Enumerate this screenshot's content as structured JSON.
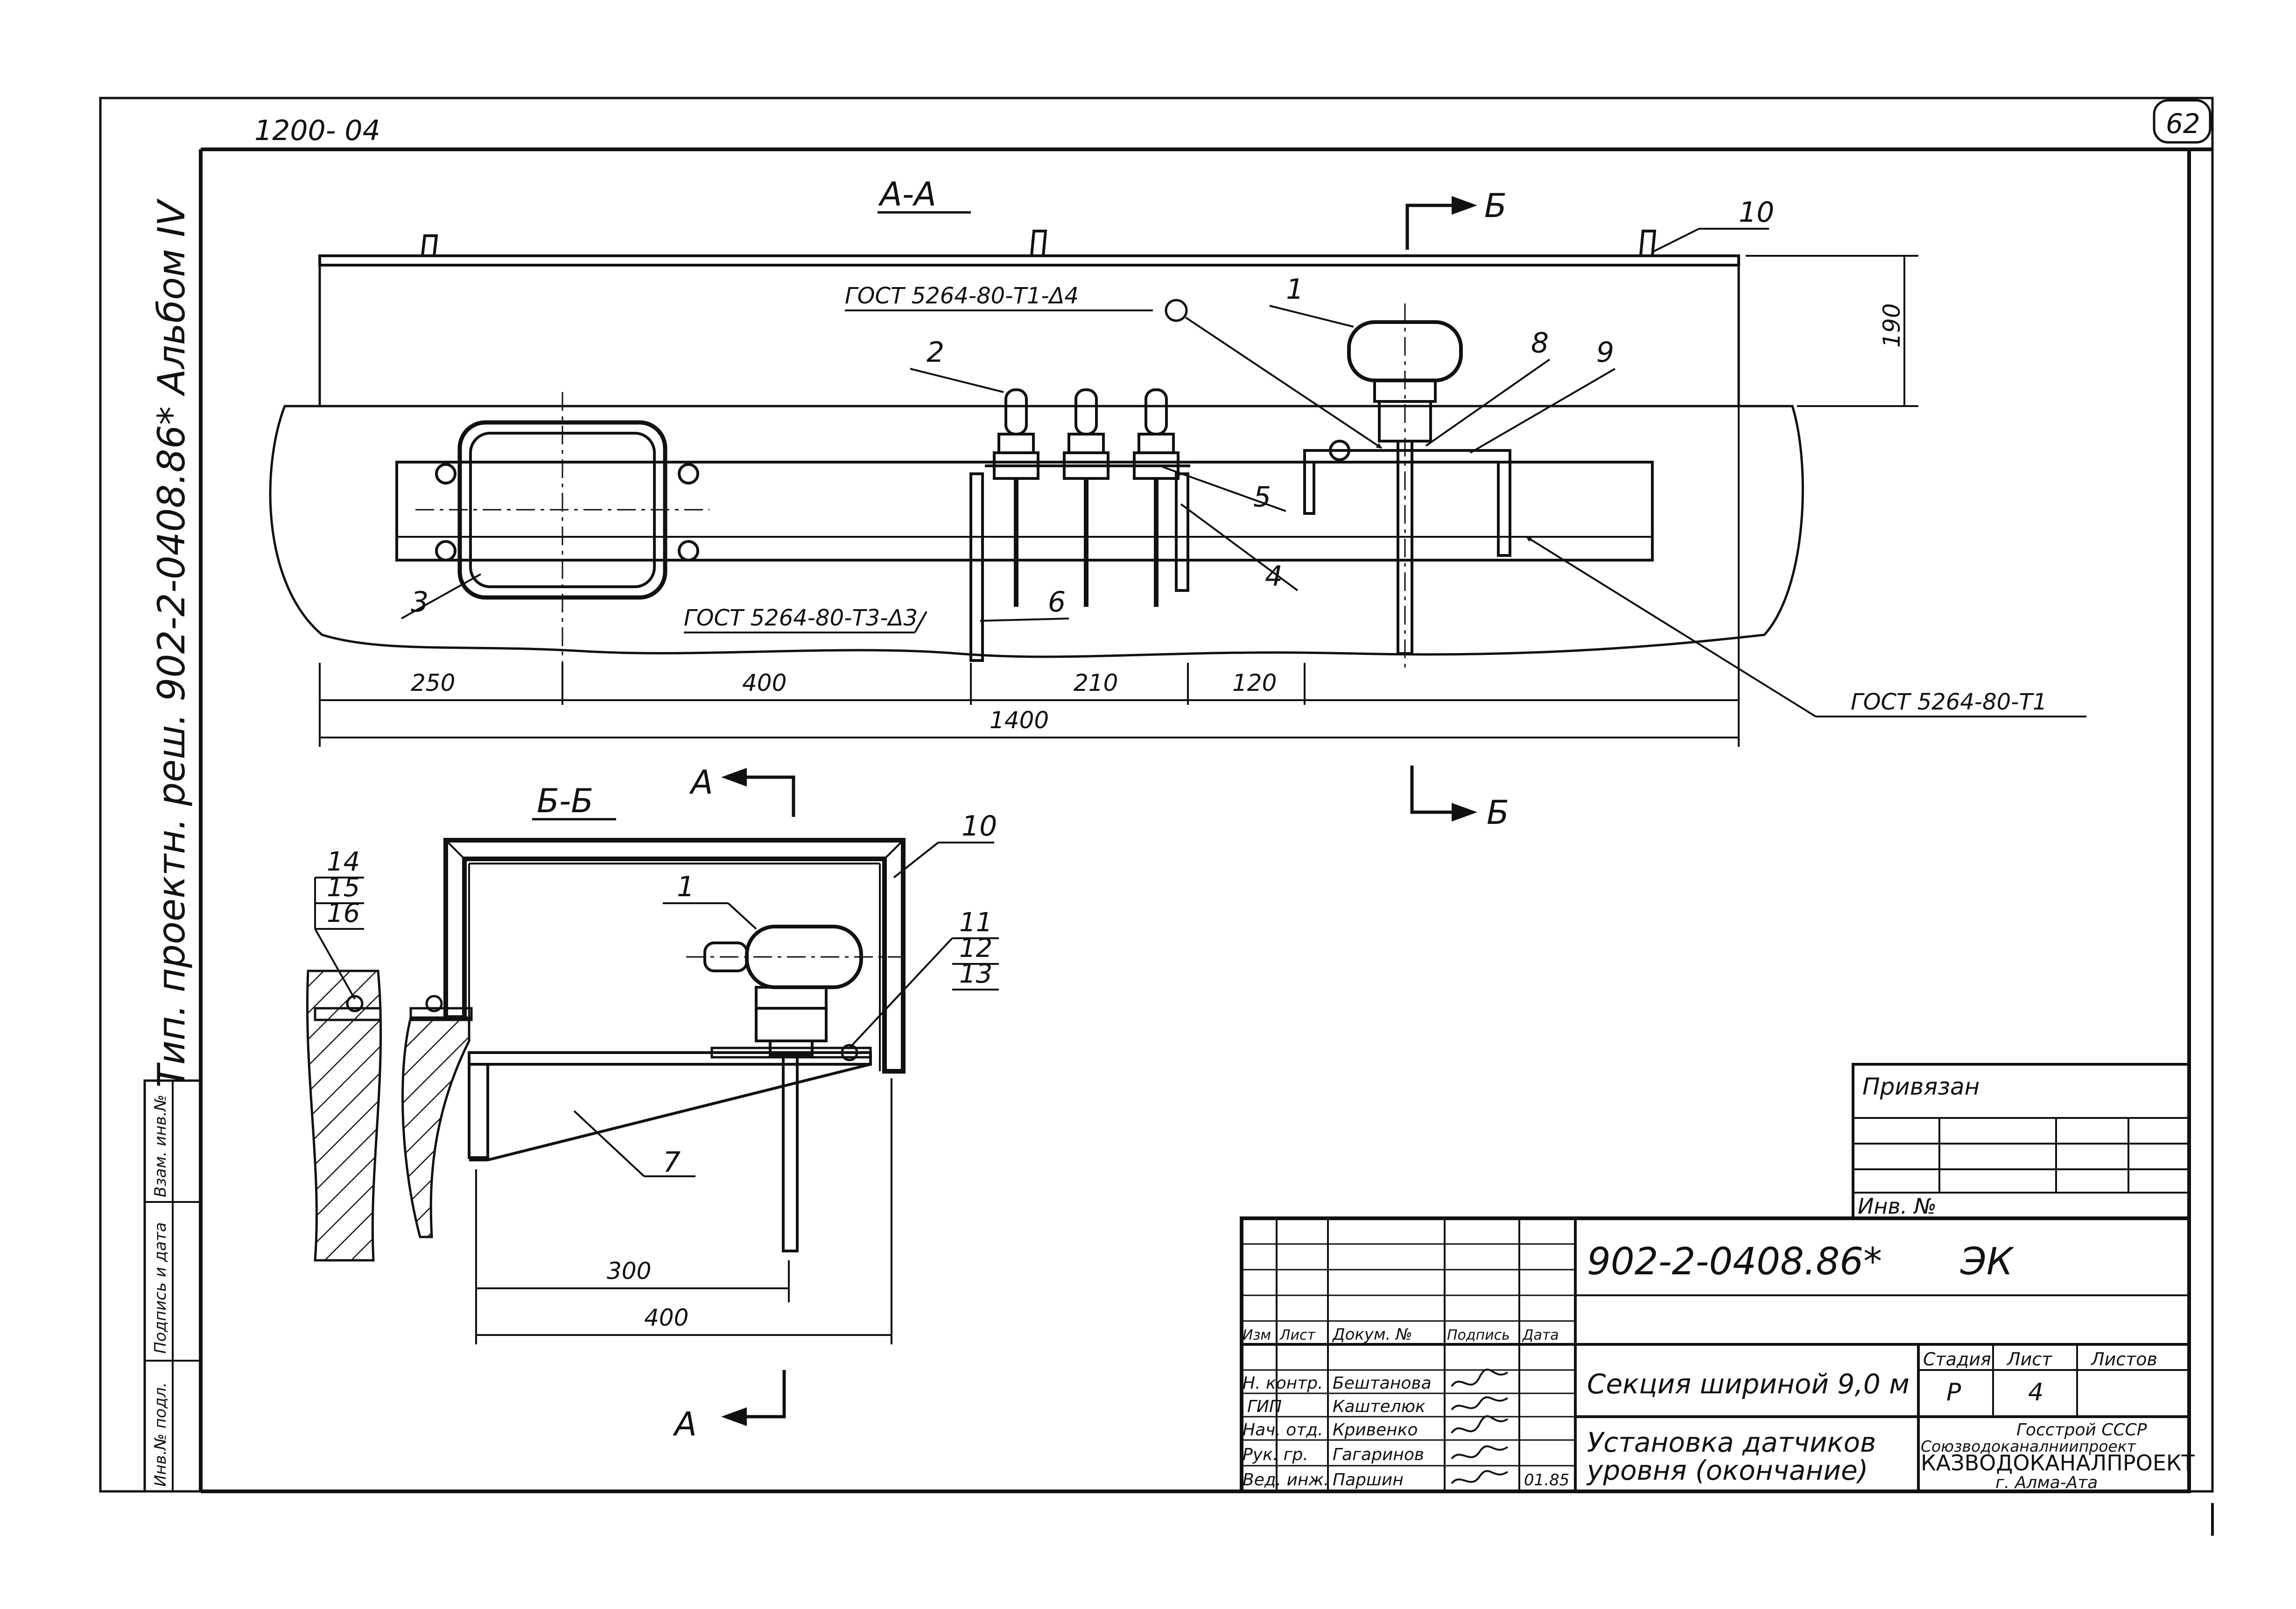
{
  "sheet": {
    "code_top": "1200- 04",
    "page_number": "62",
    "side_note": "Тип. проектн. реш. 902-2-0408.86* Альбом IV"
  },
  "section_aa": {
    "title": "А-А",
    "arrow_b": "Б",
    "gost_1": "ГОСТ 5264-80-Т1-Δ4",
    "gost_2": "ГОСТ 5264-80-Т3-Δ3",
    "gost_3": "ГОСТ 5264-80-Т1",
    "callouts": [
      "1",
      "2",
      "3",
      "4",
      "5",
      "6",
      "8",
      "9",
      "10"
    ],
    "dims": [
      "250",
      "400",
      "210",
      "120",
      "1400",
      "190"
    ]
  },
  "section_bb": {
    "title": "Б-Б",
    "arrow_a": "А",
    "callouts": [
      "1",
      "7",
      "10",
      "11",
      "12",
      "13",
      "14",
      "15",
      "16"
    ],
    "dims": [
      "300",
      "400"
    ]
  },
  "left_stamp": {
    "cells": [
      "Инв.№ подл.",
      "Подпись и дата",
      "Взам. инв.№"
    ]
  },
  "binding_block": {
    "title": "Привязан",
    "inv_label": "Инв. №"
  },
  "title_block": {
    "doc_code": "902-2-0408.86*",
    "mark": "ЭК",
    "headers": [
      "Изм",
      "Лист",
      "Докум. №",
      "Подпись",
      "Дата"
    ],
    "staff": [
      {
        "role": "Н. контр.",
        "name": "Бештанова"
      },
      {
        "role": "ГИП",
        "name": "Каштелюк"
      },
      {
        "role": "Нач. отд.",
        "name": "Кривенко"
      },
      {
        "role": "Рук. гр.",
        "name": "Гагаринов"
      },
      {
        "role": "Вед. инж.",
        "name": "Паршин"
      }
    ],
    "date": "01.85",
    "section_title": "Секция шириной 9,0 м",
    "sheet_title_1": "Установка датчиков",
    "sheet_title_2": "уровня (окончание)",
    "stage_label": "Стадия",
    "sheet_label": "Лист",
    "sheets_label": "Листов",
    "stage": "Р",
    "sheet": "4",
    "org_1": "Госстрой СССР",
    "org_2": "Союзводоканалниипроект",
    "org_3": "КАЗВОДОКАНАЛПРОЕКТ",
    "org_4": "г. Алма-Ата"
  }
}
